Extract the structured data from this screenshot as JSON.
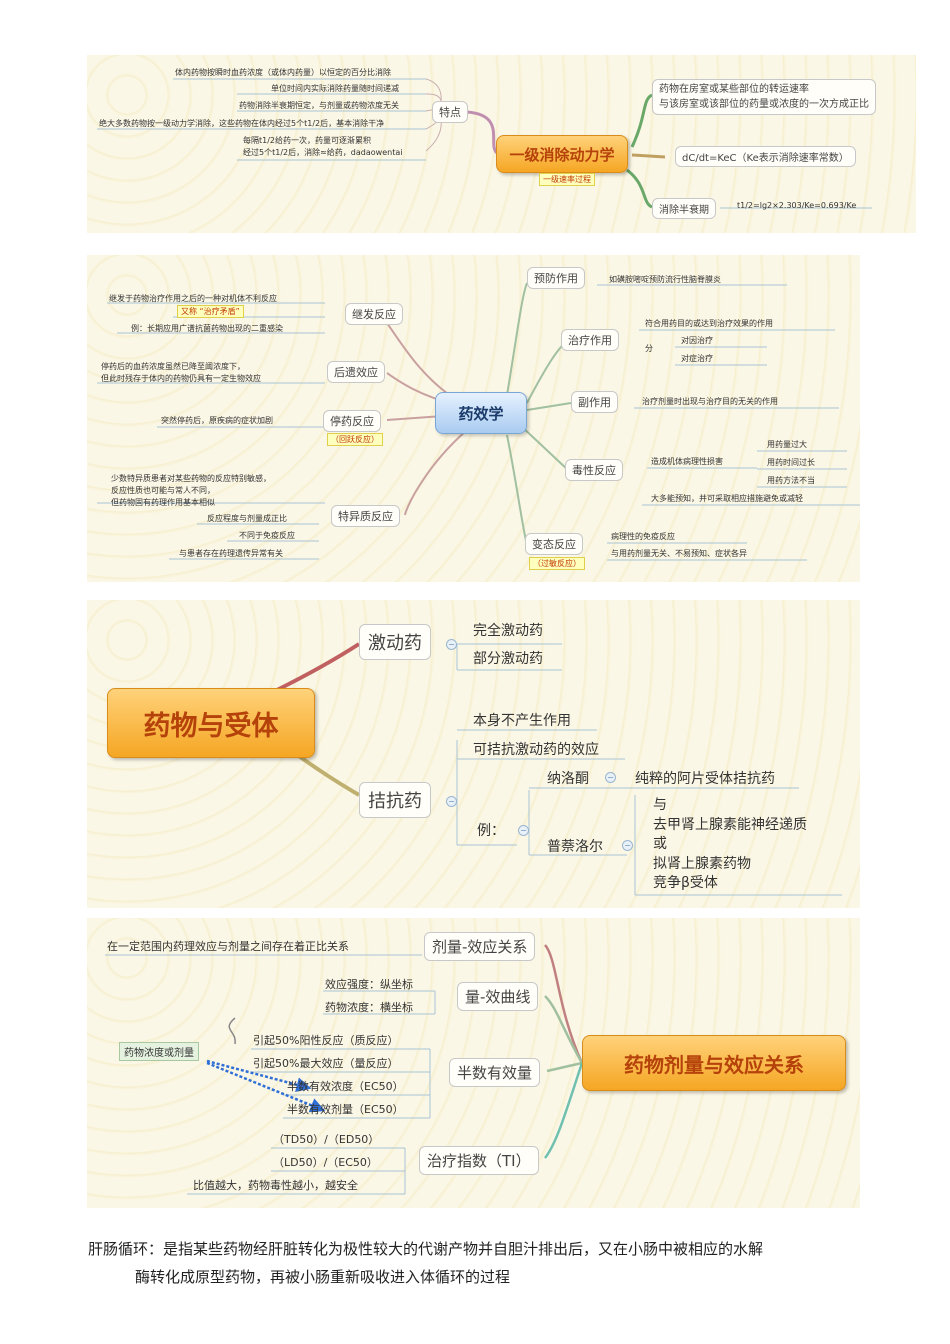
{
  "kinetics": {
    "center": "一级消除动力学",
    "center_tag": "一级速率过程",
    "features_label": "特点",
    "features": [
      "体内药物按瞬时血药浓度（或体内药量）以恒定的百分比消除",
      "单位时间内实际消除药量随时间递减",
      "药物消除半衰期恒定，与剂量或药物浓度无关",
      "绝大多数药物按一级动力学消除，这些药物在体内经过5个t1/2后，基本消除干净",
      "每隔t1/2给药一次，药量可逐渐累积",
      "经过5个t1/2后，消除≈给药，dadaowentai"
    ],
    "rate_line1": "药物在房室或某些部位的转运速率",
    "rate_line2": "与该房室或该部位的药量或浓度的一次方成正比",
    "formula": "dC/dt=KeC（Ke表示消除速率常数）",
    "halflife_label": "消除半衰期",
    "halflife_formula": "t1/2=lg2×2.303/Ke=0.693/Ke"
  },
  "effects": {
    "center": "药效学",
    "secondary": {
      "label": "继发反应",
      "desc": "继发于药物治疗作用之后的一种对机体不利反应",
      "alias": "又称 “治疗矛盾”",
      "example": "例：长期应用广谱抗菌药物出现的二重感染"
    },
    "residual": {
      "label": "后遗效应",
      "desc1": "停药后的血药浓度虽然已降至阈浓度下，",
      "desc2": "但此时残存于体内的药物仍具有一定生物效应"
    },
    "withdrawal": {
      "label": "停药反应",
      "tag": "（回跃反应）",
      "desc": "突然停药后，原疾病的症状加剧"
    },
    "idiosyncratic": {
      "label": "特异质反应",
      "desc1": "少数特异质患者对某些药物的反应特别敏感，",
      "desc2": "反应性质也可能与常人不同，",
      "desc3": "但药物固有药理作用基本相似",
      "item1": "反应程度与剂量成正比",
      "item2": "不同于免疫反应",
      "item3": "与患者存在药理遗传异常有关"
    },
    "prevention": {
      "label": "预防作用",
      "desc": "如磺胺嘧啶预防流行性脑脊膜炎"
    },
    "treatment": {
      "label": "治疗作用",
      "desc": "符合用药目的或达到治疗效果的作用",
      "split": "分",
      "item1": "对因治疗",
      "item2": "对症治疗"
    },
    "side": {
      "label": "副作用",
      "desc": "治疗剂量时出现与治疗目的无关的作用"
    },
    "toxic": {
      "label": "毒性反应",
      "desc": "造成机体病理性损害",
      "cause1": "用药量过大",
      "cause2": "用药时间过长",
      "cause3": "用药方法不当",
      "note": "大多能预知，并可采取相应措施避免或减轻"
    },
    "allergic": {
      "label": "变态反应",
      "tag": "（过敏反应）",
      "desc1": "病理性的免疫反应",
      "desc2": "与用药剂量无关、不易预知、症状各异"
    }
  },
  "receptor": {
    "center": "药物与受体",
    "agonist": {
      "label": "激动药",
      "full": "完全激动药",
      "partial": "部分激动药"
    },
    "antagonist": {
      "label": "拮抗药",
      "item1": "本身不产生作用",
      "item2": "可拮抗激动药的效应",
      "example_label": "例：",
      "naloxone": "纳洛酮",
      "naloxone_desc": "纯粹的阿片受体拮抗药",
      "propranolol": "普萘洛尔",
      "pro_line1": "与",
      "pro_line2": "去甲肾上腺素能神经递质",
      "pro_line3": "或",
      "pro_line4": "拟肾上腺素药物",
      "pro_line5": "竞争β受体"
    }
  },
  "dose": {
    "center": "药物剂量与效应关系",
    "dose_effect": {
      "label": "剂量-效应关系",
      "desc": "在一定范围内药理效应与剂量之间存在着正比关系"
    },
    "curve": {
      "label": "量-效曲线",
      "y": "效应强度：纵坐标",
      "x": "药物浓度：横坐标"
    },
    "half": {
      "label": "半数有效量",
      "source": "药物浓度或剂量",
      "item1": "引起50%阳性反应（质反应）",
      "item2": "引起50%最大效应（量反应）",
      "item3": "半数有效浓度（EC50）",
      "item4": "半数有效剂量（EC50）"
    },
    "ti": {
      "label": "治疗指数（TI）",
      "f1": "（TD50）/（ED50）",
      "f2": "（LD50）/（EC50）",
      "note": "比值越大，药物毒性越小，越安全"
    }
  },
  "caption": {
    "line1": "肝肠循环：是指某些药物经肝脏转化为极性较大的代谢产物并自胆汁排出后，又在小肠中被相应的水解",
    "line2": "酶转化成原型药物，再被小肠重新吸收进入体循环的过程"
  }
}
